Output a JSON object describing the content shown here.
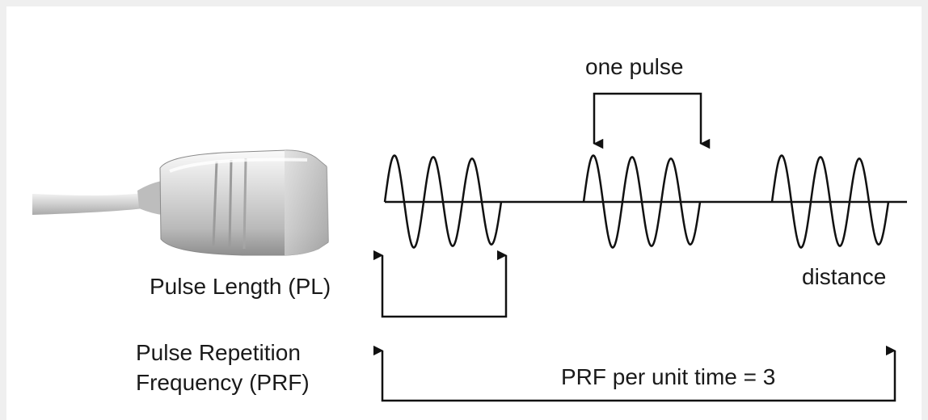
{
  "diagram": {
    "one_pulse_label": "one pulse",
    "pulse_length_label": "Pulse Length (PL)",
    "distance_label": "distance",
    "prf_label_line1": "Pulse Repetition",
    "prf_label_line2": "Frequency (PRF)",
    "prf_per_unit_time_label": "PRF per unit time = 3",
    "pulse_count": 3,
    "cycles_per_pulse": 3
  }
}
